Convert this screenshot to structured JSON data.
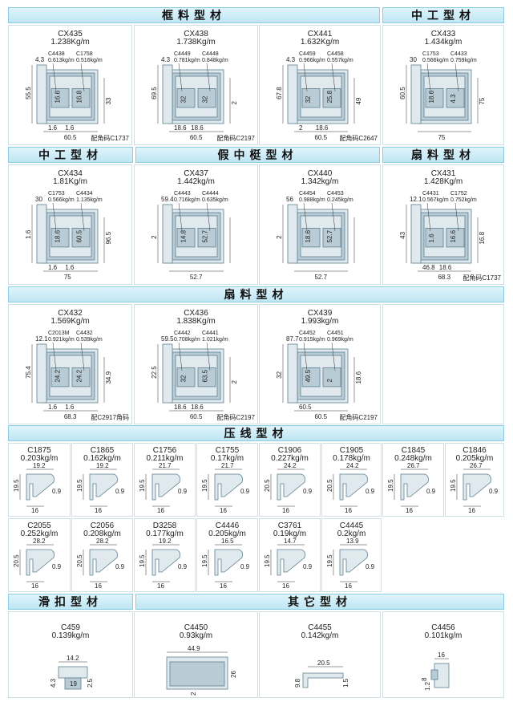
{
  "headers": {
    "frame": "框料型材",
    "mullion1": "中工型材",
    "mullion2": "中工型材",
    "fakemid": "假中梃型材",
    "sash1": "扇料型材",
    "sash2": "扇料型材",
    "bead": "压线型材",
    "slide": "滑扣型材",
    "other": "其它型材"
  },
  "large": [
    {
      "code": "CX435",
      "weight": "1.238Kg/m",
      "dims": [
        "4.3",
        "55.5",
        "16.6",
        "16.8",
        "33",
        "1.6",
        "1.6",
        "60.5"
      ],
      "inserts": [
        {
          "c": "C4438",
          "w": "0.613kg/m"
        },
        {
          "c": "C1758",
          "w": "0.516kg/m"
        }
      ],
      "note": "配角码C1737"
    },
    {
      "code": "CX438",
      "weight": "1.738Kg/m",
      "dims": [
        "4.3",
        "69.5",
        "32",
        "32",
        "2",
        "18.6",
        "60.5"
      ],
      "inserts": [
        {
          "c": "C4449",
          "w": "0.781kg/m"
        },
        {
          "c": "C4448",
          "w": "0.848kg/m"
        }
      ],
      "note": "配角码C2197"
    },
    {
      "code": "CX441",
      "weight": "1.632Kg/m",
      "dims": [
        "4.3",
        "67.8",
        "32",
        "25.8",
        "49",
        "2",
        "18.6",
        "60.5"
      ],
      "inserts": [
        {
          "c": "C4459",
          "w": "0.966kg/m"
        },
        {
          "c": "C4458",
          "w": "0.557kg/m"
        }
      ],
      "note": "配角码C2647"
    },
    {
      "code": "CX433",
      "weight": "1.434kg/m",
      "dims": [
        "30",
        "60.5",
        "18.6",
        "4.3",
        "75"
      ],
      "inserts": [
        {
          "c": "C1753",
          "w": "0.566kg/m"
        },
        {
          "c": "C4433",
          "w": "0.759kg/m"
        }
      ],
      "note": ""
    },
    {
      "code": "CX434",
      "weight": "1.81Kg/m",
      "dims": [
        "30",
        "1.6",
        "18.6",
        "60.5",
        "96.5",
        "1.6",
        "75"
      ],
      "inserts": [
        {
          "c": "C1753",
          "w": "0.566kg/m"
        },
        {
          "c": "C4434",
          "w": "1.135kg/m"
        }
      ],
      "note": ""
    },
    {
      "code": "CX437",
      "weight": "1.442kg/m",
      "dims": [
        "59.4",
        "2",
        "14.8",
        "52.7"
      ],
      "inserts": [
        {
          "c": "C4443",
          "w": "0.716kg/m"
        },
        {
          "c": "C4444",
          "w": "0.635kg/m"
        }
      ],
      "note": ""
    },
    {
      "code": "CX440",
      "weight": "1.342kg/m",
      "dims": [
        "56",
        "2",
        "18.6",
        "52.7"
      ],
      "inserts": [
        {
          "c": "C4454",
          "w": "0.988kg/m"
        },
        {
          "c": "C4453",
          "w": "0.245kg/m"
        }
      ],
      "note": ""
    },
    {
      "code": "CX431",
      "weight": "1.428Kg/m",
      "dims": [
        "12.1",
        "43",
        "1.6",
        "16.6",
        "16.8",
        "46.8",
        "18.6",
        "68.3"
      ],
      "inserts": [
        {
          "c": "C4431",
          "w": "0.567kg/m"
        },
        {
          "c": "C1752",
          "w": "0.752kg/m"
        }
      ],
      "note": "配角码C1737"
    },
    {
      "code": "CX432",
      "weight": "1.569Kg/m",
      "dims": [
        "12.1",
        "75.4",
        "24.2",
        "24.2",
        "34.9",
        "1.6",
        "68.3"
      ],
      "inserts": [
        {
          "c": "C2013M",
          "w": "0.921kg/m"
        },
        {
          "c": "C4432",
          "w": "0.539kg/m"
        }
      ],
      "note": "配C2917角码"
    },
    {
      "code": "CX436",
      "weight": "1.838Kg/m",
      "dims": [
        "59.5",
        "22.5",
        "32",
        "63.5",
        "2",
        "18.6",
        "60.5"
      ],
      "inserts": [
        {
          "c": "C4442",
          "w": "0.708kg/m"
        },
        {
          "c": "C4441",
          "w": "1.021kg/m"
        }
      ],
      "note": "配角码C2197"
    },
    {
      "code": "CX439",
      "weight": "1.993kg/m",
      "dims": [
        "87.7",
        "32",
        "49.5",
        "2",
        "18.6",
        "60.5"
      ],
      "inserts": [
        {
          "c": "C4452",
          "w": "0.915kg/m"
        },
        {
          "c": "C4451",
          "w": "0.969kg/m"
        }
      ],
      "note": "配角码C2197"
    }
  ],
  "bead": [
    {
      "code": "C1875",
      "weight": "0.203kg/m",
      "w": "19.2",
      "h": "19.5",
      "t": "0.9",
      "b": "16"
    },
    {
      "code": "C1865",
      "weight": "0.162kg/m",
      "w": "19.2",
      "h": "19.5",
      "t": "0.9",
      "b": "16"
    },
    {
      "code": "C1756",
      "weight": "0.211kg/m",
      "w": "21.7",
      "h": "19.5",
      "t": "0.9",
      "b": "16"
    },
    {
      "code": "C1755",
      "weight": "0.17kg/m",
      "w": "21.7",
      "h": "19.5",
      "t": "0.9",
      "b": "16"
    },
    {
      "code": "C1906",
      "weight": "0.227kg/m",
      "w": "24.2",
      "h": "20.5",
      "t": "0.9",
      "b": "16"
    },
    {
      "code": "C1905",
      "weight": "0.178kg/m",
      "w": "24.2",
      "h": "20.5",
      "t": "0.9",
      "b": "16"
    },
    {
      "code": "C1845",
      "weight": "0.248kg/m",
      "w": "26.7",
      "h": "19.5",
      "t": "0.9",
      "b": "16"
    },
    {
      "code": "C1846",
      "weight": "0.205kg/m",
      "w": "26.7",
      "h": "19.5",
      "t": "0.9",
      "b": "16"
    },
    {
      "code": "C2055",
      "weight": "0.252kg/m",
      "w": "28.2",
      "h": "20.5",
      "t": "0.9",
      "b": "16"
    },
    {
      "code": "C2056",
      "weight": "0.208kg/m",
      "w": "28.2",
      "h": "20.5",
      "t": "0.9",
      "b": "16"
    },
    {
      "code": "D3258",
      "weight": "0.177kg/m",
      "w": "19.2",
      "h": "19.5",
      "t": "0.9",
      "b": "16"
    },
    {
      "code": "C4446",
      "weight": "0.205kg/m",
      "w": "16.5",
      "h": "19.5",
      "t": "0.9",
      "b": "16"
    },
    {
      "code": "C3761",
      "weight": "0.19kg/m",
      "w": "14.7",
      "h": "19.5",
      "t": "0.9",
      "b": "16"
    },
    {
      "code": "C4445",
      "weight": "0.2kg/m",
      "w": "13.9",
      "h": "19.5",
      "t": "0.9",
      "b": "16"
    }
  ],
  "misc": [
    {
      "code": "C459",
      "weight": "0.139kg/m",
      "dims": [
        "14.2",
        "4.3",
        "19",
        "2.5"
      ]
    },
    {
      "code": "C4450",
      "weight": "0.93kg/m",
      "dims": [
        "44.9",
        "26",
        "2"
      ]
    },
    {
      "code": "C4455",
      "weight": "0.142kg/m",
      "dims": [
        "20.5",
        "9.8",
        "1.5"
      ]
    },
    {
      "code": "C4456",
      "weight": "0.101kg/m",
      "dims": [
        "16",
        "8",
        "1.2"
      ]
    }
  ]
}
